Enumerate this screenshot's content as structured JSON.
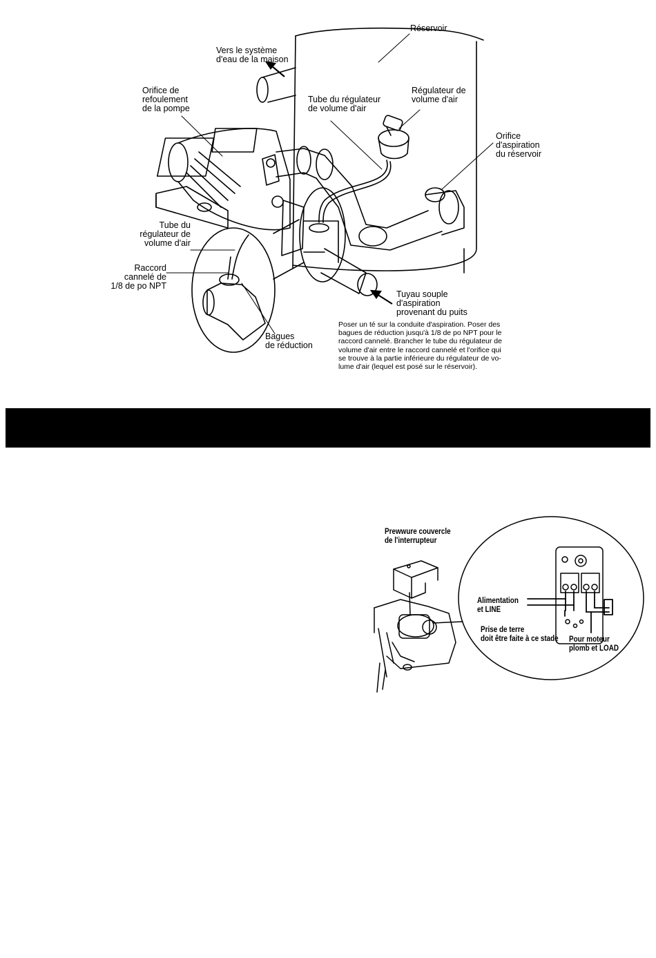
{
  "figure1": {
    "labels": {
      "reservoir": "Réservoir",
      "house_system": "Vers le système\nd'eau de la maison",
      "pump_discharge": "Orifice de\nrefoulement\nde la pompe",
      "regulator_tube_top": "Tube du régulateur\nde volume d'air",
      "air_regulator": "Régulateur de\nvolume d'air",
      "tank_suction": "Orifice\nd'aspiration\ndu réservoir",
      "regulator_tube_left": "Tube du\nrégulateur de\nvolume d'air",
      "barbed_fitting": "Raccord\ncannelé de\n1/8 de po NPT",
      "reducing_bushings": "Bagues\nde réduction",
      "suction_hose": "Tuyau souple\nd'aspiration\nprovenant du puits"
    },
    "instruction": "Poser un té sur la conduite d'aspiration. Poser des\nbagues de réduction jusqu'à 1/8 de po NPT pour le\nraccord cannelé. Brancher le tube du régulateur de\nvolume d'air entre le raccord cannelé et l'orifice qui\nse trouve à la partie inférieure du régulateur de vo-\nlume d'air (lequel est posé sur le réservoir)."
  },
  "figure2": {
    "labels": {
      "switch_cover": "Prewwure couvercle\nde l'interrupteur",
      "power_line": "Alimentation\net LINE",
      "ground": "Prise de terre\ndoit être faite à ce stade",
      "motor_load": "Pour moteur\nplomb et LOAD"
    }
  }
}
